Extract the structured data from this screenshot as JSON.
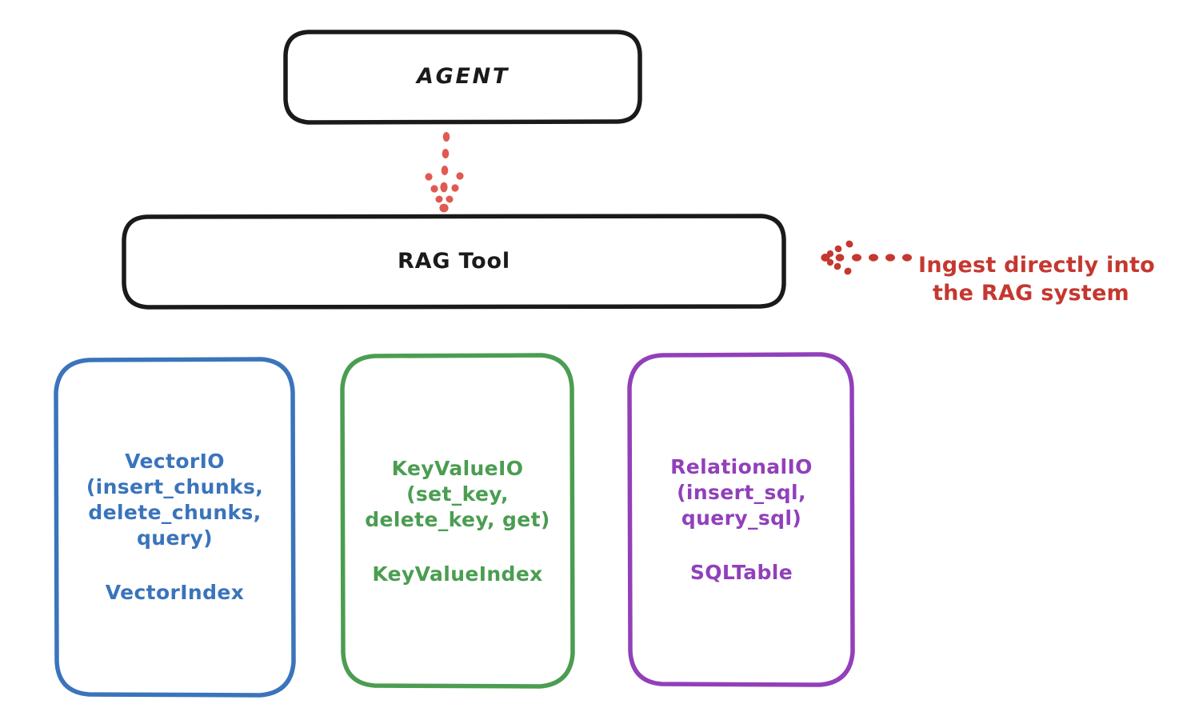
{
  "diagram": {
    "title_node": {
      "label": "AGENT"
    },
    "tool_node": {
      "label": "RAG Tool"
    },
    "stores": [
      {
        "id": "vector",
        "api_label": "VectorIO\n(insert_chunks,\ndelete_chunks,\nquery)",
        "index_label": "VectorIndex",
        "color": "#3a74bb"
      },
      {
        "id": "keyvalue",
        "api_label": "KeyValueIO\n(set_key,\ndelete_key, get)",
        "index_label": "KeyValueIndex",
        "color": "#4b9d51"
      },
      {
        "id": "relational",
        "api_label": "RelationalIO\n(insert_sql,\nquery_sql)",
        "index_label": "SQLTable",
        "color": "#9140ba"
      }
    ],
    "annotation": {
      "line1": "Ingest directly into",
      "line2": "the RAG system",
      "color": "#c5372f"
    },
    "connectors": [
      {
        "name": "agent-to-ragtool",
        "style": "dotted-arrow-down",
        "color": "#e05a52"
      },
      {
        "name": "annotation-to-ragtool",
        "style": "dotted-arrow-left",
        "color": "#c5372f"
      }
    ],
    "stroke_colors": {
      "box_black": "#1a1a1a",
      "background": "#ffffff"
    }
  }
}
